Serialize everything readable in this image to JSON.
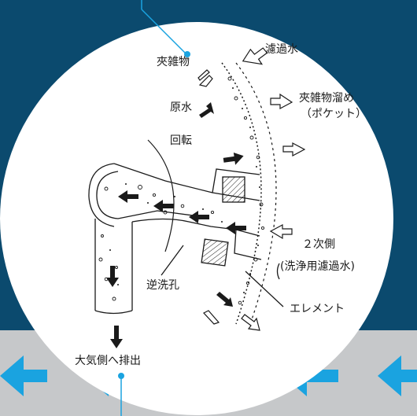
{
  "labels": {
    "debris": "夾雑物",
    "filtered_water": "濾過水",
    "raw_water": "原水",
    "debris_pocket_line1": "夾雑物溜め",
    "debris_pocket_line2": "（ポケット）",
    "rotation": "回転",
    "secondary_side_line1": "２次側",
    "secondary_side_line2": "(洗浄用濾過水)",
    "backwash_hole": "逆洗孔",
    "element": "エレメント",
    "discharge": "大気側へ排出"
  },
  "colors": {
    "background_top": "#0b4a6e",
    "background_bottom": "#c6c8ca",
    "circle": "#ffffff",
    "accent_blue": "#1aa3e0",
    "ink": "#1a1a1a"
  }
}
